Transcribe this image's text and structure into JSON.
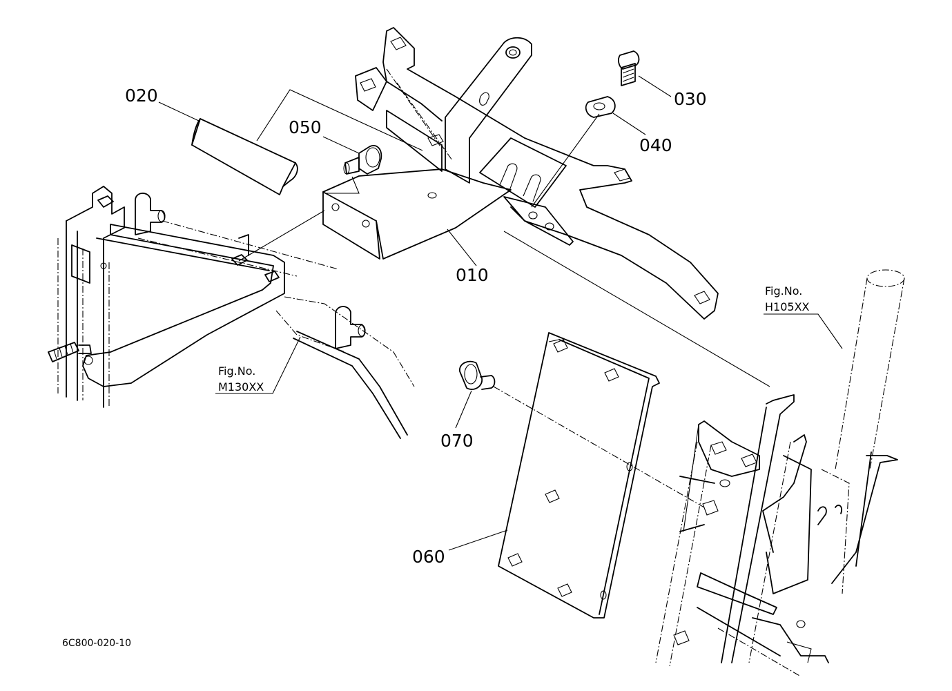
{
  "drawing_id": "6C800-020-10",
  "parts": [
    {
      "id": "p010",
      "label": "010"
    },
    {
      "id": "p020",
      "label": "020"
    },
    {
      "id": "p030",
      "label": "030"
    },
    {
      "id": "p040",
      "label": "040"
    },
    {
      "id": "p050",
      "label": "050"
    },
    {
      "id": "p060",
      "label": "060"
    },
    {
      "id": "p070",
      "label": "070"
    }
  ],
  "figure_refs": [
    {
      "label": "Fig.No.",
      "code": "M130XX"
    },
    {
      "label": "Fig.No.",
      "code": "H105XX"
    }
  ]
}
